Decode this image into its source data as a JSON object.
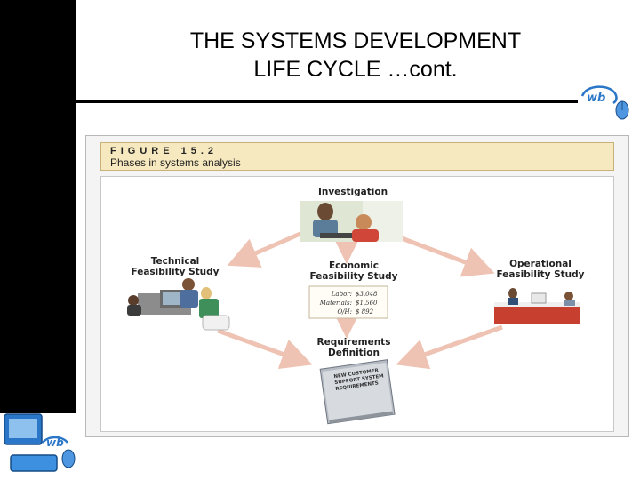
{
  "slide": {
    "title_line1": "THE SYSTEMS DEVELOPMENT",
    "title_line2": "LIFE CYCLE …cont."
  },
  "figure": {
    "label": "FIGURE 15.2",
    "title": "Phases in systems analysis",
    "nodes": {
      "investigation": "Investigation",
      "technical": [
        "Technical",
        "Feasibility Study"
      ],
      "economic": [
        "Economic",
        "Feasibility Study"
      ],
      "operational": [
        "Operational",
        "Feasibility Study"
      ],
      "requirements": [
        "Requirements",
        "Definition"
      ]
    },
    "economic_ledger": [
      {
        "label": "Labor:",
        "value": "$3,048"
      },
      {
        "label": "Materials:",
        "value": "$1,560"
      },
      {
        "label": "O/H:",
        "value": "$  892"
      }
    ],
    "requirements_document": [
      "NEW CUSTOMER",
      "SUPPORT SYSTEM",
      "REQUIREMENTS"
    ]
  },
  "logos": {
    "top_right_text": "wb",
    "bottom_left_text": "wb"
  },
  "colors": {
    "sidebar": "#000000",
    "caption_background": "#f7e9bf",
    "arrow": "#eec3b3",
    "logo_blue": "#2a76c8"
  }
}
